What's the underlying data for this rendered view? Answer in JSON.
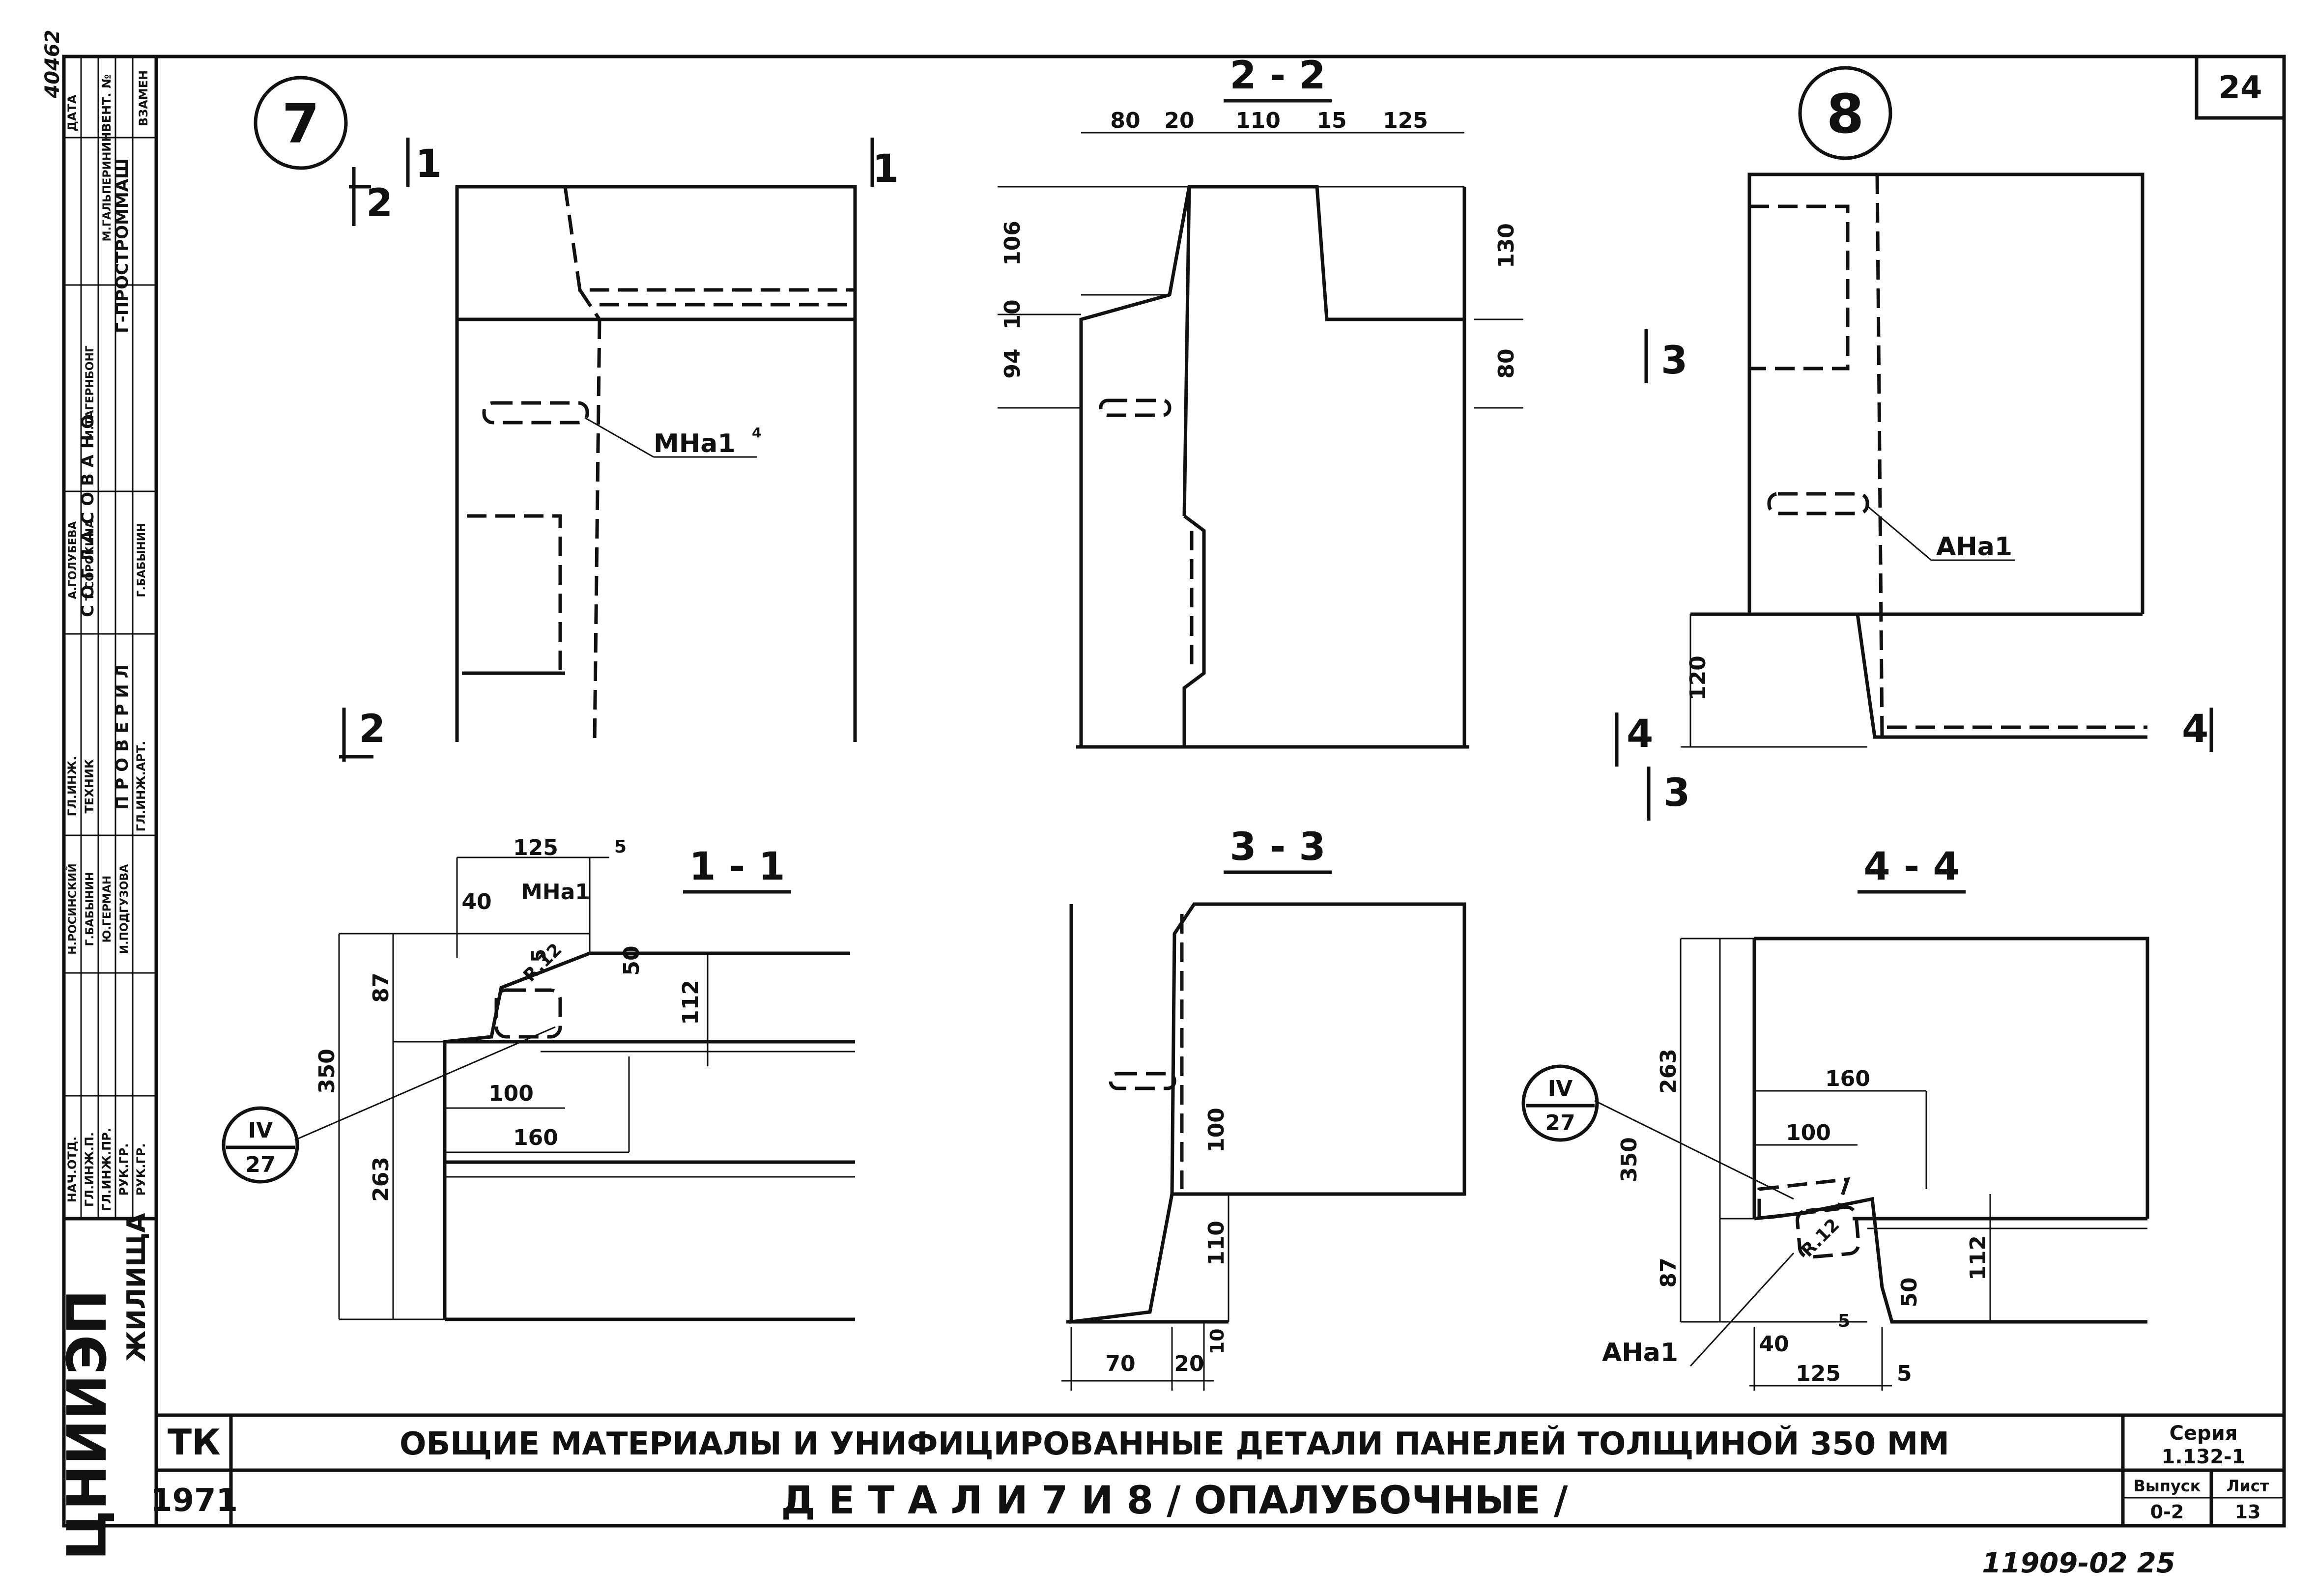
{
  "sheet_number": "24",
  "detail_markers": {
    "d7": "7",
    "d8": "8"
  },
  "sections": {
    "s11": "1 - 1",
    "s22": "2 - 2",
    "s33": "3 - 3",
    "s44": "4 - 4"
  },
  "cut_marks": {
    "c1": "1",
    "c2": "2",
    "c3": "3",
    "c4": "4"
  },
  "callouts": {
    "mna": "МНа1",
    "mna_sup": "4",
    "ana": "АНа1",
    "ana2": "АНа1",
    "ref_top": "IV",
    "ref_bottom": "27",
    "r12": "R.12"
  },
  "dims_22": {
    "d80": "80",
    "d20": "20",
    "d110": "110",
    "d15": "15",
    "d125": "125",
    "d106": "106",
    "d10": "10",
    "d94": "94",
    "d130": "130",
    "d80b": "80"
  },
  "dims_11": {
    "d125": "125",
    "d5": "5",
    "d40": "40",
    "d5b": "5",
    "d50": "50",
    "d112": "112",
    "d87": "87",
    "d350": "350",
    "d263": "263",
    "d100": "100",
    "d160": "160"
  },
  "dims_8": {
    "d120": "120"
  },
  "dims_33": {
    "d100": "100",
    "d110": "110",
    "d10": "10",
    "d70": "70",
    "d20": "20"
  },
  "dims_44": {
    "d263": "263",
    "d160": "160",
    "d100": "100",
    "d350": "350",
    "d87": "87",
    "d112": "112",
    "d50": "50",
    "d5": "5",
    "d40": "40",
    "d125": "125",
    "d5b": "5"
  },
  "stamp": {
    "approved": "С О Г Л А С О В А Н О",
    "checked": "П Р О В Е Р И Л",
    "gp": "Г-ПРОСТРОММАШ",
    "col_date": "ДАТА",
    "col_inv": "ИНВЕНТ. №",
    "col_replace": "ВЗАМЕН",
    "roles": [
      "НАЧ.ОТД.",
      "ГЛ.ИНЖ.П.",
      "ГЛ.ИНЖ.ПР.",
      "РУК.ГР.",
      "РУК.ГР.",
      "ГЛ.ИНЖ.",
      "ТЕХНИК",
      "ГЛ.ИНЖ.АРТ."
    ],
    "names": [
      "Н.РОСИНСКИЙ",
      "Г.БАБЫНИН",
      "Ю.ГЕРМАН",
      "И.ПОДГУЗОВА",
      "А.ГОЛУБЕВА",
      "Т.СОРОКИНА",
      "Г.БАБЫНИН",
      "М.ТАГЕРНБОНГ",
      "М.ГАЛЬПЕРИН"
    ],
    "org_name": "ЖИЛИЩА",
    "org_logo": "ЦНИИЭП",
    "margin_number": "40462"
  },
  "title_block": {
    "tk": "ТК",
    "year": "1971",
    "title": "ОБЩИЕ  МАТЕРИАЛЫ  И  УНИФИЦИРОВАННЫЕ  ДЕТАЛИ  ПАНЕЛЕЙ  ТОЛЩИНОЙ  350 ММ",
    "subtitle": "Д  Е  Т  А  Л  И   7 И 8 / ОПАЛУБОЧНЫЕ /",
    "series_label": "Серия",
    "series_value": "1.132-1",
    "issue_label": "Выпуск",
    "issue_value": "0-2",
    "sheet_label": "Лист",
    "sheet_value": "13"
  },
  "footer_stamp": "11909-02   25"
}
